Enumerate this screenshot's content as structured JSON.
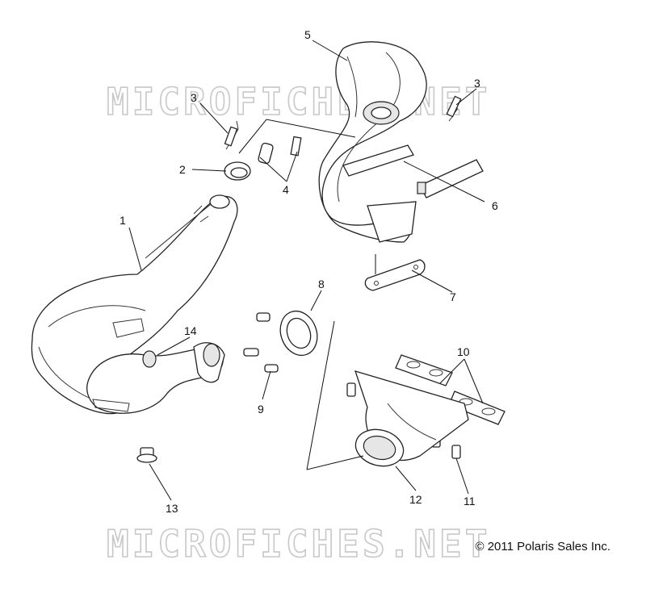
{
  "diagram": {
    "watermark_text": "MICROFICHES.NET",
    "copyright": "© 2011 Polaris Sales Inc.",
    "callouts": [
      "1",
      "2",
      "3",
      "3",
      "4",
      "5",
      "6",
      "7",
      "8",
      "9",
      "10",
      "11",
      "12",
      "13",
      "14"
    ]
  }
}
